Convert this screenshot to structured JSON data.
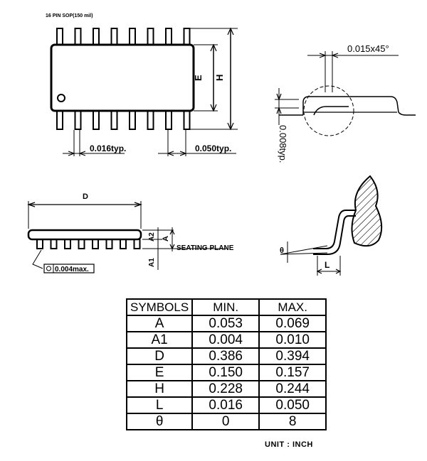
{
  "package_title": "16 PIN SOP(150 mil)",
  "dimension_labels": {
    "E": "E",
    "H": "H",
    "D": "D",
    "A": "A",
    "A1": "A1",
    "A2": "A2",
    "L": "L",
    "theta": "θ",
    "pitch": "0.050typ.",
    "lead_width": "0.016typ.",
    "chamfer": "0.015x45°",
    "lead_thickness": "0.008typ.",
    "coplanarity": "0.004max.",
    "seating_plane": "SEATING PLANE"
  },
  "table": {
    "headers": [
      "SYMBOLS",
      "MIN.",
      "MAX."
    ],
    "rows": [
      {
        "symbol": "A",
        "min": "0.053",
        "max": "0.069"
      },
      {
        "symbol": "A1",
        "min": "0.004",
        "max": "0.010"
      },
      {
        "symbol": "D",
        "min": "0.386",
        "max": "0.394"
      },
      {
        "symbol": "E",
        "min": "0.150",
        "max": "0.157"
      },
      {
        "symbol": "H",
        "min": "0.228",
        "max": "0.244"
      },
      {
        "symbol": "L",
        "min": "0.016",
        "max": "0.050"
      },
      {
        "symbol": "θ",
        "min": "0",
        "max": "8"
      }
    ]
  },
  "unit_note": "UNIT : INCH"
}
